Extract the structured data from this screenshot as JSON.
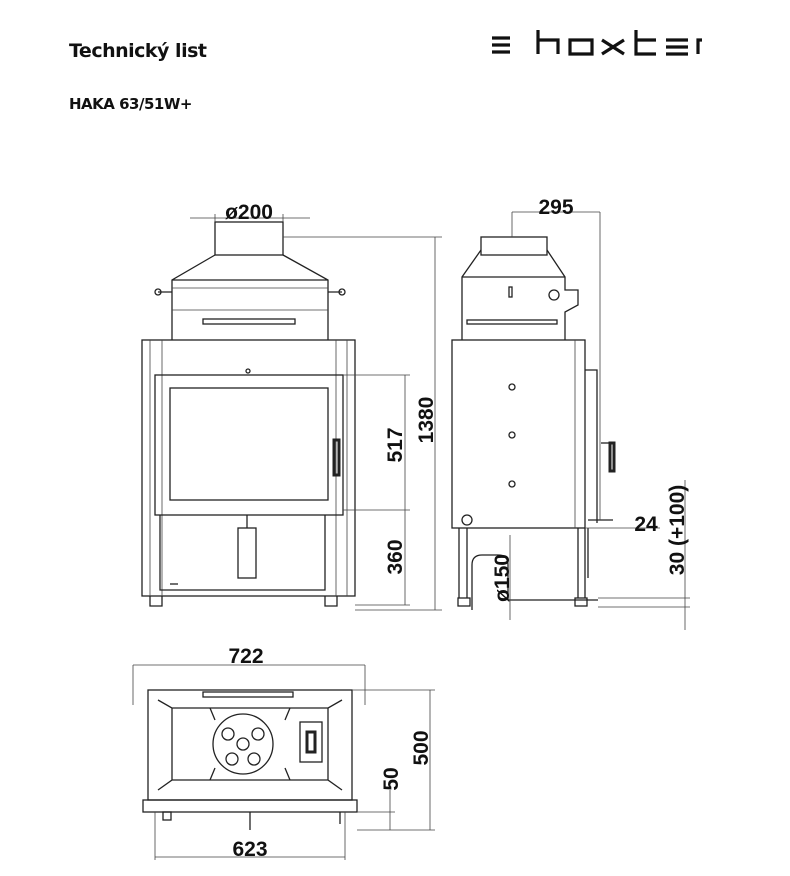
{
  "header": {
    "title": "Technický list",
    "model": "HAKA 63/51W+",
    "logo_text": "hoxter"
  },
  "front_view": {
    "flue_diameter": "ø200",
    "glass_height": "517",
    "base_height": "360",
    "total_height": "1380"
  },
  "side_view": {
    "depth": "295",
    "door_offset": "24",
    "foot_adjust": "30 (+100)",
    "air_inlet_diameter": "ø150"
  },
  "top_view": {
    "total_width": "722",
    "inner_width": "623",
    "total_depth": "500",
    "door_depth": "50"
  }
}
